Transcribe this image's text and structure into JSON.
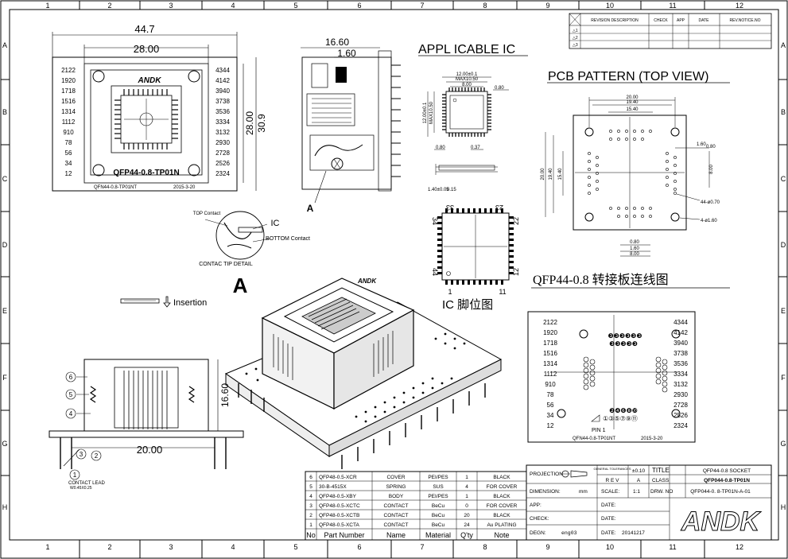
{
  "grid": {
    "columns": [
      "1",
      "2",
      "3",
      "4",
      "5",
      "6",
      "7",
      "8",
      "9",
      "10",
      "11",
      "12"
    ],
    "rows": [
      "A",
      "B",
      "C",
      "D",
      "E",
      "F",
      "G",
      "H"
    ]
  },
  "revision_header": [
    "REVISION DESCRIPTION",
    "CHECK",
    "APP",
    "DATE",
    "REV.NOTICE.NO"
  ],
  "revision_rows": [
    "1",
    "2",
    "3"
  ],
  "top_view": {
    "dim_outer": "44.7",
    "dim_inner": "28.00",
    "dim_h_inner": "28.00",
    "dim_h_outer": "30.9",
    "left_pins": [
      "2122",
      "1920",
      "1718",
      "1516",
      "1314",
      "1112",
      "910",
      "78",
      "56",
      "34",
      "12"
    ],
    "right_pins": [
      "4344",
      "4142",
      "3940",
      "3738",
      "3536",
      "3334",
      "3132",
      "2930",
      "2728",
      "2526",
      "2324"
    ],
    "logo": "ANDK",
    "model": "QFP44-0.8-TP01N",
    "part_label": "QFN44-0.8-TP01NT",
    "date": "2015-3-20"
  },
  "side_view": {
    "dim_a": "16.60",
    "dim_b": "1.60",
    "callout": "A"
  },
  "contact_detail": {
    "top_contact": "TOP Contact",
    "ic": "IC",
    "bottom_contact": "BOTTOM Contact",
    "caption": "CONTAC TIP DETAIL",
    "letter": "A"
  },
  "insertion": "Insertion",
  "applicable_ic": {
    "title": "APPL ICABLE IC",
    "dim1": "12.00±0.1",
    "dim2": "MAX10.50",
    "dim3": "8.00",
    "dim4": "0.80",
    "dim5": "12.00±0.1",
    "dim6": "MAX10.50",
    "dim7": "0.80",
    "dim8": "0.37",
    "dim9": "1.40±0.05",
    "dim10": "0.15"
  },
  "ic_pinout": {
    "n33": "33",
    "n23": "23",
    "n34": "34",
    "n22": "22",
    "n44": "44",
    "n12": "12",
    "n1": "1",
    "n11": "11",
    "caption": "IC 脚位图"
  },
  "pcb_pattern": {
    "title": "PCB PATTERN  (TOP VIEW)",
    "d1": "20.00",
    "d2": "19.40",
    "d3": "15.40",
    "d4": "1.60",
    "d5": "0.80",
    "d6": "8.00",
    "d7": "20.00",
    "d8": "19.40",
    "d9": "15.40",
    "d10": "44-ø0.70",
    "d11": "4-ø1.60",
    "d12": "0.80",
    "d13": "1.60",
    "d14": "8.00"
  },
  "wiring_caption": "QFP44-0.8 转接板连线图",
  "wiring": {
    "left_pins": [
      "2122",
      "1920",
      "1718",
      "1516",
      "1314",
      "1112",
      "910",
      "78",
      "56",
      "34",
      "12"
    ],
    "right_pins": [
      "4344",
      "4142",
      "3940",
      "3738",
      "3536",
      "3334",
      "3132",
      "2930",
      "2728",
      "2526",
      "2324"
    ],
    "top_row1": "❸❸❸❸❸❸",
    "top_row2": "❸❸❸❸❸",
    "bottom_row1": "❷❹❻❽❿",
    "bottom_row2": "①③⑤⑦⑨⑪",
    "pin1": "PIN 1",
    "part_label": "QFN44-0.8-TP01NT",
    "date": "2015-3-20"
  },
  "front_view": {
    "dim_h": "16.60",
    "dim_w": "20.00",
    "contact_lead": "CONTACT LEAD",
    "lead_size": "W0.45X0.25",
    "balloons": [
      "6",
      "5",
      "4",
      "1",
      "3",
      "2"
    ]
  },
  "bom": {
    "rows": [
      [
        "6",
        "QFP48-0.5-XCR",
        "COVER",
        "PEI/PES",
        "1",
        "BLACK"
      ],
      [
        "5",
        "30-B-4515X",
        "SPRING",
        "SUS",
        "4",
        "FOR COVER"
      ],
      [
        "4",
        "QFP48-0.5-XBY",
        "BODY",
        "PEI/PES",
        "1",
        "BLACK"
      ],
      [
        "3",
        "QFP48-0.5-XCTC",
        "CONTACT",
        "BeCu",
        "0",
        "FOR COVER"
      ],
      [
        "2",
        "QFP48-0.5-XCTB",
        "CONTACT",
        "BeCu",
        "20",
        "BLACK"
      ],
      [
        "1",
        "QFP48-0.5-XCTA",
        "CONTACT",
        "BeCu",
        "24",
        "Au PLATING"
      ]
    ],
    "header": [
      "No",
      "Part Number",
      "Name",
      "Material",
      "Q'ty",
      "Note"
    ]
  },
  "title_block": {
    "projection": "PROJECTION",
    "general_tol": "GENERAL TOLERANCES",
    "tol": "±0.10",
    "rev_label": "R E V",
    "rev": "A",
    "title_label": "TITLE",
    "title": "QFP44-0.8 SOCKET",
    "class_label": "CLASS",
    "class": "QFP044-0.8-TP01N",
    "dimension_label": "DIMENSION:",
    "dimension_unit": "mm",
    "scale_label": "SCALE:",
    "scale": "1:1",
    "drw_label": "DRW. NO",
    "drw": "QFP044-0. 8-TP01N-A-01",
    "app_label": "APP:",
    "date_label1": "DATE:",
    "check_label": "CHECK:",
    "date_label2": "DATE:",
    "design_label": "DEGN:",
    "designer": "eng03",
    "date_label3": "DATE:",
    "design_date": "20141217",
    "logo": "ANDK"
  }
}
